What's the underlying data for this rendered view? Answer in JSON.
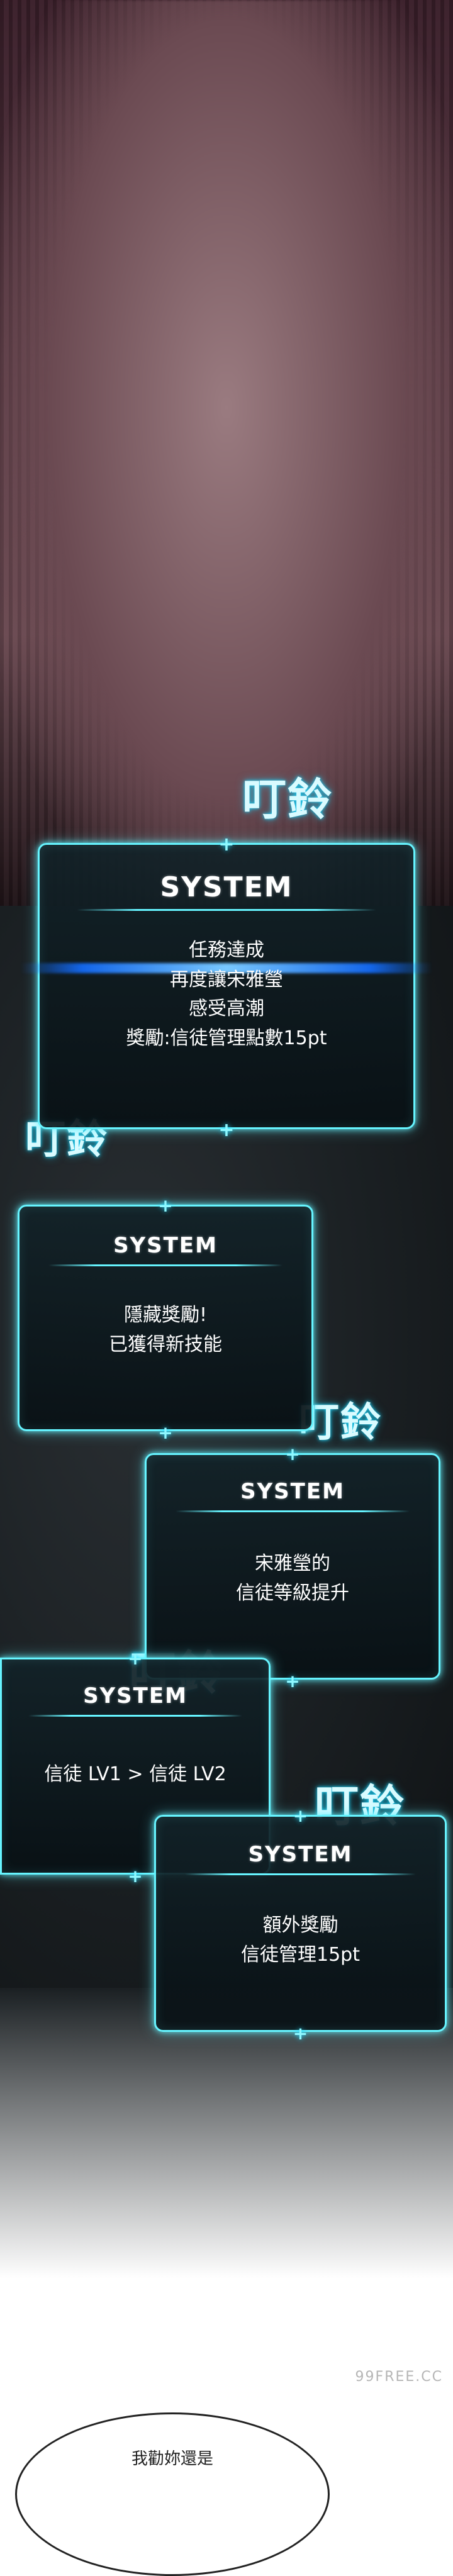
{
  "panels": {
    "top": {
      "note": ""
    },
    "sfx": [
      "叮鈴",
      "叮鈴",
      "叮鈴",
      "叮鈴",
      "叮鈴"
    ]
  },
  "system_boxes": [
    {
      "title": "SYSTEM",
      "lines": [
        "任務達成",
        "再度讓宋雅瑩",
        "感受高潮",
        "獎勵:信徒管理點數15pt"
      ]
    },
    {
      "title": "SYSTEM",
      "lines": [
        "隱藏獎勵!",
        "已獲得新技能"
      ]
    },
    {
      "title": "SYSTEM",
      "lines": [
        "宋雅瑩的",
        "信徒等級提升"
      ]
    },
    {
      "title": "SYSTEM",
      "lines": [
        "信徒 LV1 > 信徒 LV2"
      ]
    },
    {
      "title": "SYSTEM",
      "lines": [
        "額外獎勵",
        "信徒管理15pt"
      ]
    }
  ],
  "watermark": "99FREE.CC",
  "speech_bubble": {
    "text": "我勸妳還是"
  },
  "colors": {
    "system_glow": "#66f4ff",
    "sfx_glow": "#19d7ff",
    "system_text": "#ffffff"
  }
}
